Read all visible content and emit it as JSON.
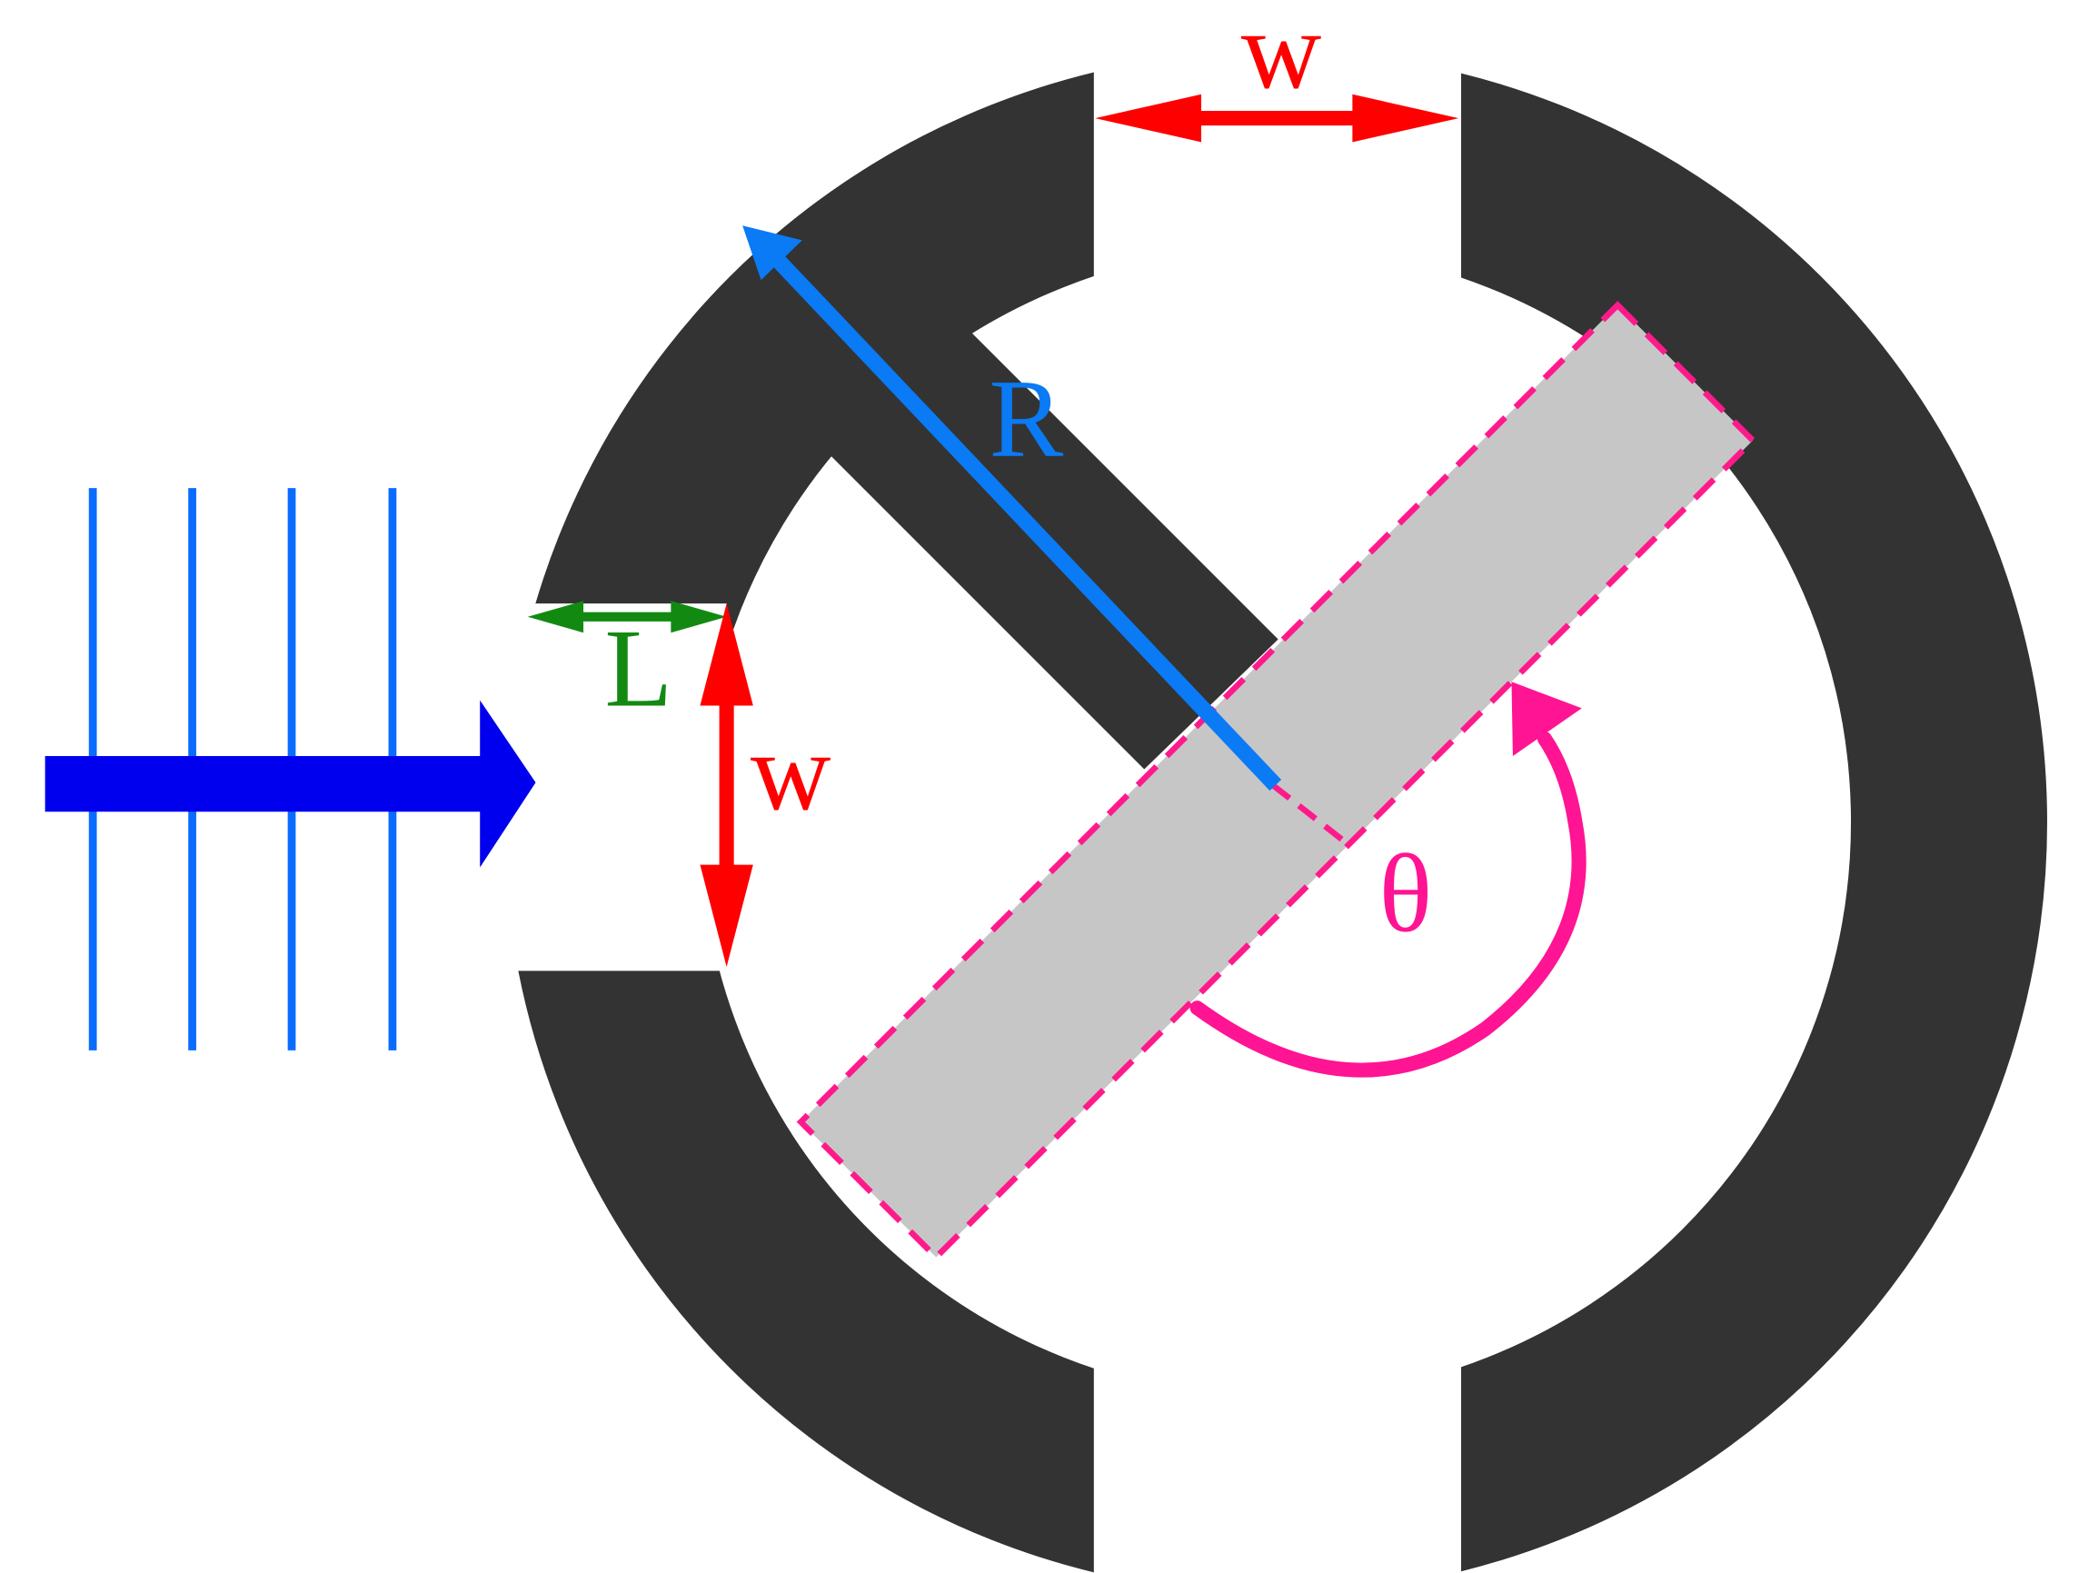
{
  "labels": {
    "width_top": "w",
    "width_port": "w",
    "length": "L",
    "radius": "R",
    "angle": "θ"
  },
  "colors": {
    "resonator": "#333333",
    "rotating_bar": "#c6c6c6",
    "bar_outline": "#ff1a8c",
    "angle_arrow": "#ff1493",
    "width_arrow": "#ff0000",
    "length_arrow": "#128a12",
    "radius_arrow": "#0a7af5",
    "wave_lines": "#0a6cff",
    "incident_arrow": "#0000ee"
  }
}
